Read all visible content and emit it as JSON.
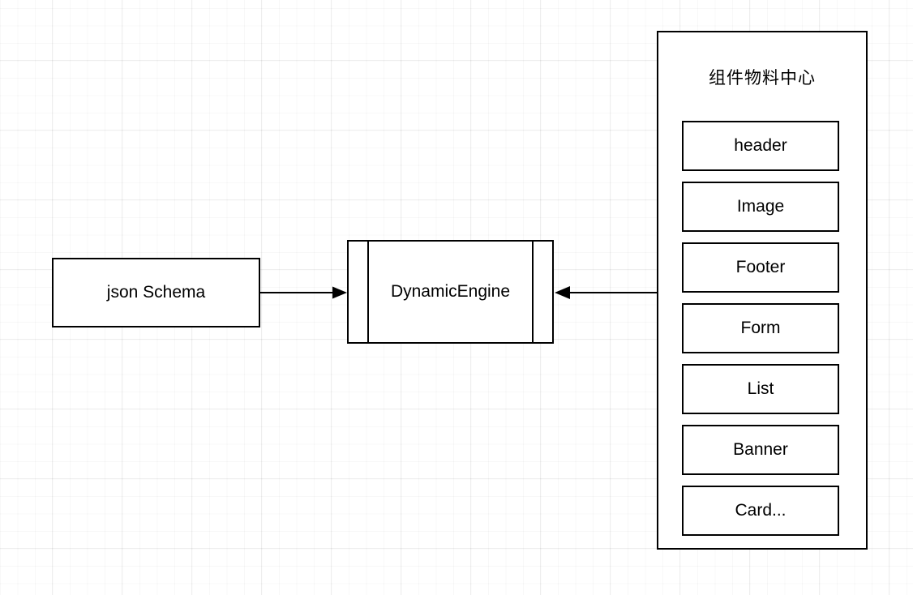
{
  "diagram": {
    "type": "flow-diagram",
    "background": "grid",
    "colors": {
      "stroke": "#000000",
      "fill": "#ffffff",
      "grid_minor": "rgba(0,0,0,0.028)",
      "grid_major": "rgba(0,0,0,0.055)"
    },
    "nodes": {
      "json_schema": {
        "label": "json Schema",
        "shape": "rectangle"
      },
      "dynamic_engine": {
        "label": "DynamicEngine",
        "shape": "subprocess"
      },
      "material_center": {
        "title": "组件物料中心",
        "shape": "container"
      }
    },
    "component_items": [
      {
        "label": "header"
      },
      {
        "label": "Image"
      },
      {
        "label": "Footer"
      },
      {
        "label": "Form"
      },
      {
        "label": "List"
      },
      {
        "label": "Banner"
      },
      {
        "label": "Card..."
      }
    ],
    "edges": [
      {
        "from": "json_schema",
        "to": "dynamic_engine",
        "direction": "right",
        "arrowhead": "filled-triangle"
      },
      {
        "from": "material_center",
        "to": "dynamic_engine",
        "direction": "left",
        "arrowhead": "filled-triangle"
      }
    ]
  }
}
